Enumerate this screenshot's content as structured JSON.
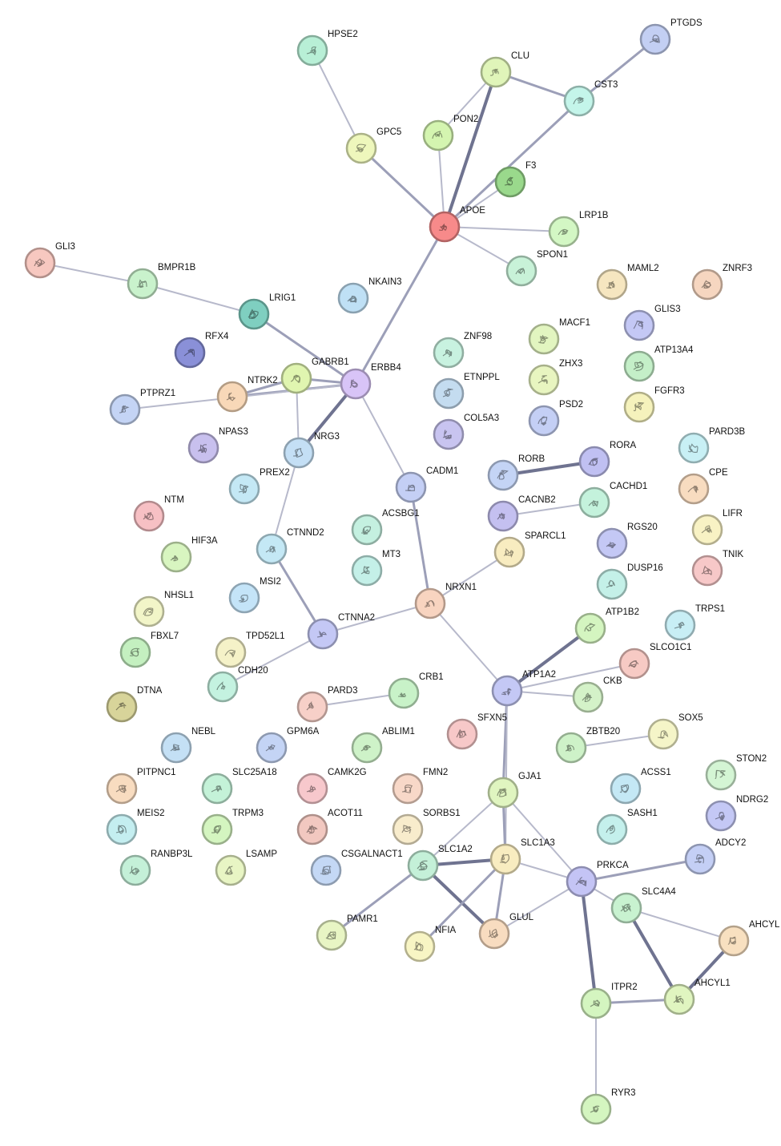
{
  "diagram": {
    "type": "protein-interaction-network",
    "edge_colors": {
      "1": "#b7b9cb",
      "2": "#9c9fb8",
      "3": "#6f7390"
    },
    "nodes": [
      {
        "label": "PTGDS",
        "color": "#c3cff3"
      },
      {
        "label": "HPSE2",
        "color": "#b8efd6"
      },
      {
        "label": "CLU",
        "color": "#e0f5b9"
      },
      {
        "label": "CST3",
        "color": "#c4f5ea"
      },
      {
        "label": "PON2",
        "color": "#d4f5b0"
      },
      {
        "label": "GPC5",
        "color": "#eef7bc"
      },
      {
        "label": "F3",
        "color": "#9ad98c"
      },
      {
        "label": "APOE",
        "color": "#f78a8a"
      },
      {
        "label": "LRP1B",
        "color": "#d3f7c4"
      },
      {
        "label": "SPON1",
        "color": "#c8f2d8"
      },
      {
        "label": "GLI3",
        "color": "#f7c8c0"
      },
      {
        "label": "BMPR1B",
        "color": "#c9f2cc"
      },
      {
        "label": "MAML2",
        "color": "#f6e6c0"
      },
      {
        "label": "ZNRF3",
        "color": "#f6d6c0"
      },
      {
        "label": "NKAIN3",
        "color": "#bfe0f5"
      },
      {
        "label": "LRIG1",
        "color": "#7fcfc0"
      },
      {
        "label": "GLIS3",
        "color": "#c4c8f5"
      },
      {
        "label": "MACF1",
        "color": "#e2f5c0"
      },
      {
        "label": "RFX4",
        "color": "#8a90d8"
      },
      {
        "label": "ZNF98",
        "color": "#c8f2e0"
      },
      {
        "label": "ATP13A4",
        "color": "#c4efc8"
      },
      {
        "label": "GABRB1",
        "color": "#e0f5b0"
      },
      {
        "label": "ERBB4",
        "color": "#d8c4f7"
      },
      {
        "label": "ZHX3",
        "color": "#e8f5c0"
      },
      {
        "label": "NTRK2",
        "color": "#f8d8b8"
      },
      {
        "label": "ETNPPL",
        "color": "#c4dcf0"
      },
      {
        "label": "PTPRZ1",
        "color": "#c4d4f5"
      },
      {
        "label": "FGFR3",
        "color": "#f5f2bc"
      },
      {
        "label": "PSD2",
        "color": "#c4cff5"
      },
      {
        "label": "COL5A3",
        "color": "#c8c4f0"
      },
      {
        "label": "NPAS3",
        "color": "#c8c0ee"
      },
      {
        "label": "NRG3",
        "color": "#c4dff5"
      },
      {
        "label": "PARD3B",
        "color": "#c8f0f5"
      },
      {
        "label": "RORA",
        "color": "#c0c0f2"
      },
      {
        "label": "RORB",
        "color": "#c4d4f5"
      },
      {
        "label": "PREX2",
        "color": "#c4e8f5"
      },
      {
        "label": "CADM1",
        "color": "#c4cff5"
      },
      {
        "label": "CPE",
        "color": "#f8dcc0"
      },
      {
        "label": "CACHD1",
        "color": "#c4f2dc"
      },
      {
        "label": "NTM",
        "color": "#f7c0c4"
      },
      {
        "label": "CACNB2",
        "color": "#c4c0f0"
      },
      {
        "label": "ACSBG1",
        "color": "#c4f0e0"
      },
      {
        "label": "LIFR",
        "color": "#f8f2c4"
      },
      {
        "label": "RGS20",
        "color": "#c4c8f5"
      },
      {
        "label": "CTNND2",
        "color": "#c4e8f5"
      },
      {
        "label": "HIF3A",
        "color": "#d8f5c0"
      },
      {
        "label": "SPARCL1",
        "color": "#f8ecc0"
      },
      {
        "label": "TNIK",
        "color": "#f7c8c8"
      },
      {
        "label": "MT3",
        "color": "#c4f0e8"
      },
      {
        "label": "DUSP16",
        "color": "#c4f0e8"
      },
      {
        "label": "MSI2",
        "color": "#c4e4f8"
      },
      {
        "label": "NRXN1",
        "color": "#f8d4c0"
      },
      {
        "label": "NHSL1",
        "color": "#f2f5c8"
      },
      {
        "label": "ATP1B2",
        "color": "#d4f5c0"
      },
      {
        "label": "TRPS1",
        "color": "#c8eef5"
      },
      {
        "label": "CTNNA2",
        "color": "#c4c8f5"
      },
      {
        "label": "FBXL7",
        "color": "#c4f0c0"
      },
      {
        "label": "TPD52L1",
        "color": "#f5f2c8"
      },
      {
        "label": "SLCO1C1",
        "color": "#f7cac4"
      },
      {
        "label": "CDH20",
        "color": "#c4f2e0"
      },
      {
        "label": "CRB1",
        "color": "#c8f2c8"
      },
      {
        "label": "ATP1A2",
        "color": "#c4c8f5"
      },
      {
        "label": "CKB",
        "color": "#d4f2c8"
      },
      {
        "label": "DTNA",
        "color": "#d8d49a"
      },
      {
        "label": "PARD3",
        "color": "#f7d0c8"
      },
      {
        "label": "SFXN5",
        "color": "#f7c8c8"
      },
      {
        "label": "SOX5",
        "color": "#f5f5c8"
      },
      {
        "label": "NEBL",
        "color": "#c4e0f5"
      },
      {
        "label": "GPM6A",
        "color": "#c4d4f5"
      },
      {
        "label": "ABLIM1",
        "color": "#cef2c8"
      },
      {
        "label": "ZBTB20",
        "color": "#cef2c8"
      },
      {
        "label": "STON2",
        "color": "#d4f5d4"
      },
      {
        "label": "PITPNC1",
        "color": "#f8dcc0"
      },
      {
        "label": "SLC25A18",
        "color": "#c4f2d8"
      },
      {
        "label": "CAMK2G",
        "color": "#f7c8cc"
      },
      {
        "label": "FMN2",
        "color": "#f8d8c8"
      },
      {
        "label": "ACSS1",
        "color": "#c4e8f5"
      },
      {
        "label": "GJA1",
        "color": "#e0f5c0"
      },
      {
        "label": "NDRG2",
        "color": "#c4c8f5"
      },
      {
        "label": "MEIS2",
        "color": "#c4eef0"
      },
      {
        "label": "TRPM3",
        "color": "#d4f5c0"
      },
      {
        "label": "ACOT11",
        "color": "#f2c8c0"
      },
      {
        "label": "SORBS1",
        "color": "#f8eccc"
      },
      {
        "label": "SASH1",
        "color": "#c4f0ec"
      },
      {
        "label": "ADCY2",
        "color": "#c4cff5"
      },
      {
        "label": "SLC1A3",
        "color": "#f8ecc0"
      },
      {
        "label": "SLC1A2",
        "color": "#c4f0d8"
      },
      {
        "label": "PRKCA",
        "color": "#c4c4f5"
      },
      {
        "label": "RANBP3L",
        "color": "#c4f0d8"
      },
      {
        "label": "LSAMP",
        "color": "#e8f5c4"
      },
      {
        "label": "CSGALNACT1",
        "color": "#c4d8f5"
      },
      {
        "label": "SLC4A4",
        "color": "#c8f2d0"
      },
      {
        "label": "PAMR1",
        "color": "#e8f5c4"
      },
      {
        "label": "GLUL",
        "color": "#f8dcc0"
      },
      {
        "label": "NFIA",
        "color": "#f8f5c4"
      },
      {
        "label": "AHCYL",
        "color": "#f8e0c0"
      },
      {
        "label": "AHCYL1",
        "color": "#e0f5c0"
      },
      {
        "label": "ITPR2",
        "color": "#d4f5c0"
      },
      {
        "label": "RYR3",
        "color": "#d4f5c0"
      }
    ],
    "edges": [
      [
        "PTGDS",
        "CST3",
        2
      ],
      [
        "CLU",
        "CST3",
        2
      ],
      [
        "CLU",
        "PON2",
        1
      ],
      [
        "CLU",
        "APOE",
        3
      ],
      [
        "CST3",
        "APOE",
        2
      ],
      [
        "F3",
        "APOE",
        1
      ],
      [
        "HPSE2",
        "GPC5",
        1
      ],
      [
        "GPC5",
        "APOE",
        2
      ],
      [
        "PON2",
        "APOE",
        1
      ],
      [
        "APOE",
        "LRP1B",
        1
      ],
      [
        "APOE",
        "SPON1",
        1
      ],
      [
        "APOE",
        "ERBB4",
        2
      ],
      [
        "GLI3",
        "BMPR1B",
        1
      ],
      [
        "BMPR1B",
        "LRIG1",
        1
      ],
      [
        "LRIG1",
        "ERBB4",
        2
      ],
      [
        "NTRK2",
        "GABRB1",
        2
      ],
      [
        "NTRK2",
        "ERBB4",
        2
      ],
      [
        "PTPRZ1",
        "ERBB4",
        1
      ],
      [
        "GABRB1",
        "ERBB4",
        2
      ],
      [
        "GABRB1",
        "NRG3",
        1
      ],
      [
        "NRG3",
        "ERBB4",
        3
      ],
      [
        "ERBB4",
        "CADM1",
        1
      ],
      [
        "NRG3",
        "CTNND2",
        1
      ],
      [
        "CTNND2",
        "CTNNA2",
        2
      ],
      [
        "CTNNA2",
        "NRXN1",
        1
      ],
      [
        "CTNNA2",
        "CDH20",
        1
      ],
      [
        "CADM1",
        "NRXN1",
        2
      ],
      [
        "NRXN1",
        "SPARCL1",
        1
      ],
      [
        "NRXN1",
        "ATP1A2",
        1
      ],
      [
        "RORA",
        "RORB",
        3
      ],
      [
        "CACHD1",
        "CACNB2",
        1
      ],
      [
        "ATP1B2",
        "ATP1A2",
        3
      ],
      [
        "SLCO1C1",
        "ATP1A2",
        1
      ],
      [
        "CKB",
        "ATP1A2",
        1
      ],
      [
        "ATP1A2",
        "GJA1",
        2
      ],
      [
        "ATP1A2",
        "SLC1A3",
        1
      ],
      [
        "PARD3",
        "CRB1",
        1
      ],
      [
        "ZBTB20",
        "SOX5",
        1
      ],
      [
        "GJA1",
        "SLC1A2",
        1
      ],
      [
        "GJA1",
        "SLC1A3",
        2
      ],
      [
        "GJA1",
        "PRKCA",
        1
      ],
      [
        "SLC1A2",
        "SLC1A3",
        3
      ],
      [
        "SLC1A2",
        "PAMR1",
        2
      ],
      [
        "SLC1A2",
        "GLUL",
        3
      ],
      [
        "SLC1A3",
        "GLUL",
        2
      ],
      [
        "SLC1A3",
        "NFIA",
        2
      ],
      [
        "SLC1A3",
        "PRKCA",
        1
      ],
      [
        "GLUL",
        "PRKCA",
        1
      ],
      [
        "PRKCA",
        "ADCY2",
        2
      ],
      [
        "PRKCA",
        "ITPR2",
        3
      ],
      [
        "PRKCA",
        "SLC4A4",
        1
      ],
      [
        "SLC4A4",
        "AHCYL",
        1
      ],
      [
        "SLC4A4",
        "AHCYL1",
        3
      ],
      [
        "AHCYL",
        "AHCYL1",
        3
      ],
      [
        "ITPR2",
        "AHCYL1",
        2
      ],
      [
        "ITPR2",
        "RYR3",
        1
      ]
    ]
  }
}
